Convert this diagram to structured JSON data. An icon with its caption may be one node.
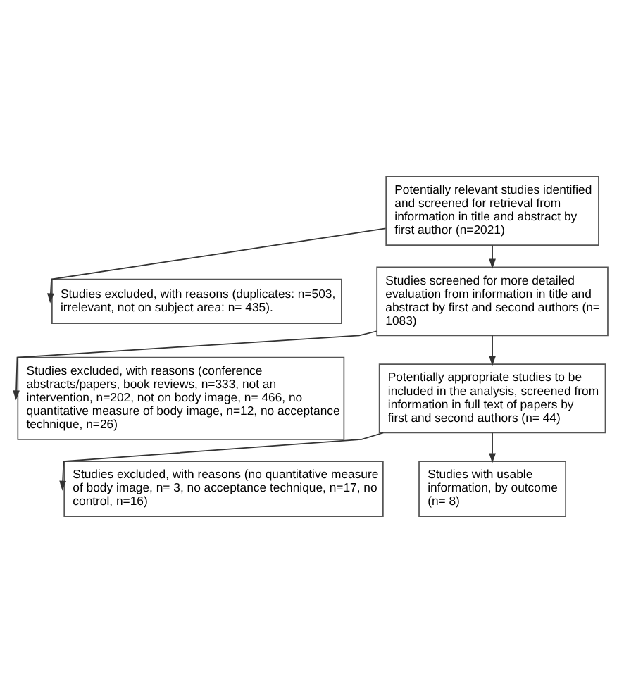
{
  "diagram": {
    "nodes": [
      {
        "text": [
          "Potentially relevant studies identified and screened for retrieval from information in title and abstract by first author (n=2021)"
        ]
      },
      {
        "text": [
          "Studies excluded, with reasons (duplicates: n=503, irrelevant, not on subject area: n= 435)."
        ]
      },
      {
        "text": [
          "Studies screened for more detailed evaluation from information in title and abstract by first and second authors (n= 1083)"
        ]
      },
      {
        "text": [
          "Studies excluded, with reasons (conference abstracts/papers, book reviews, n=333, not an intervention, n=202, not on body image, n= 466, no quantitative measure of body image, n=12, no acceptance technique, n=26)"
        ]
      },
      {
        "text": [
          "Potentially appropriate studies to be included in the analysis, screened from information in full text of papers by first and second authors (n= 44)"
        ]
      },
      {
        "text": [
          "Studies excluded, with reasons (no quantitative measure of body image, n= 3, no acceptance technique, n=17, no control, n=16)"
        ]
      },
      {
        "text": [
          "Studies with usable information, by outcome (n= 8)"
        ]
      }
    ],
    "edges": [
      {
        "from": 0,
        "to": 1,
        "arrow": "to"
      },
      {
        "from": 0,
        "to": 2,
        "arrow": "to"
      },
      {
        "from": 2,
        "to": 3,
        "arrow": "to"
      },
      {
        "from": 2,
        "to": 4,
        "arrow": "to"
      },
      {
        "from": 4,
        "to": 5,
        "arrow": "to"
      },
      {
        "from": 4,
        "to": 6,
        "arrow": "to"
      }
    ]
  }
}
